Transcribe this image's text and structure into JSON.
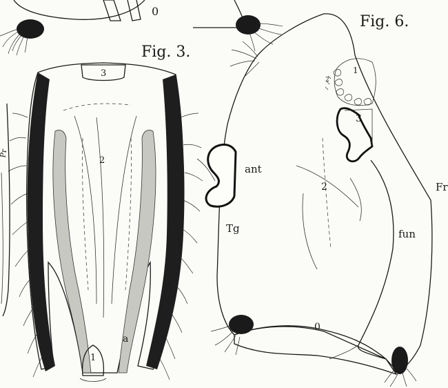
{
  "figures": {
    "fig3": {
      "caption": "Fig. 3.",
      "labels": {
        "zone_top": "3",
        "zone_mid": "2",
        "zone_bottom": "1",
        "mark_a": "a",
        "edge_pr": "Pr"
      }
    },
    "fig6": {
      "caption": "Fig. 6.",
      "labels": {
        "zone_1": "1",
        "zone_2": "2",
        "zone_3": "3",
        "zone_0": "0",
        "ant": "ant",
        "tg": "Tg",
        "fun": "fun",
        "fr": "Fr"
      }
    },
    "top_fragment": {
      "labels": {
        "zone_0": "0"
      }
    }
  },
  "colors": {
    "ink": "#1a1a1a",
    "paper": "#fbfbf7",
    "gray_band": "#c8c8c2",
    "dark_band": "#222222"
  }
}
